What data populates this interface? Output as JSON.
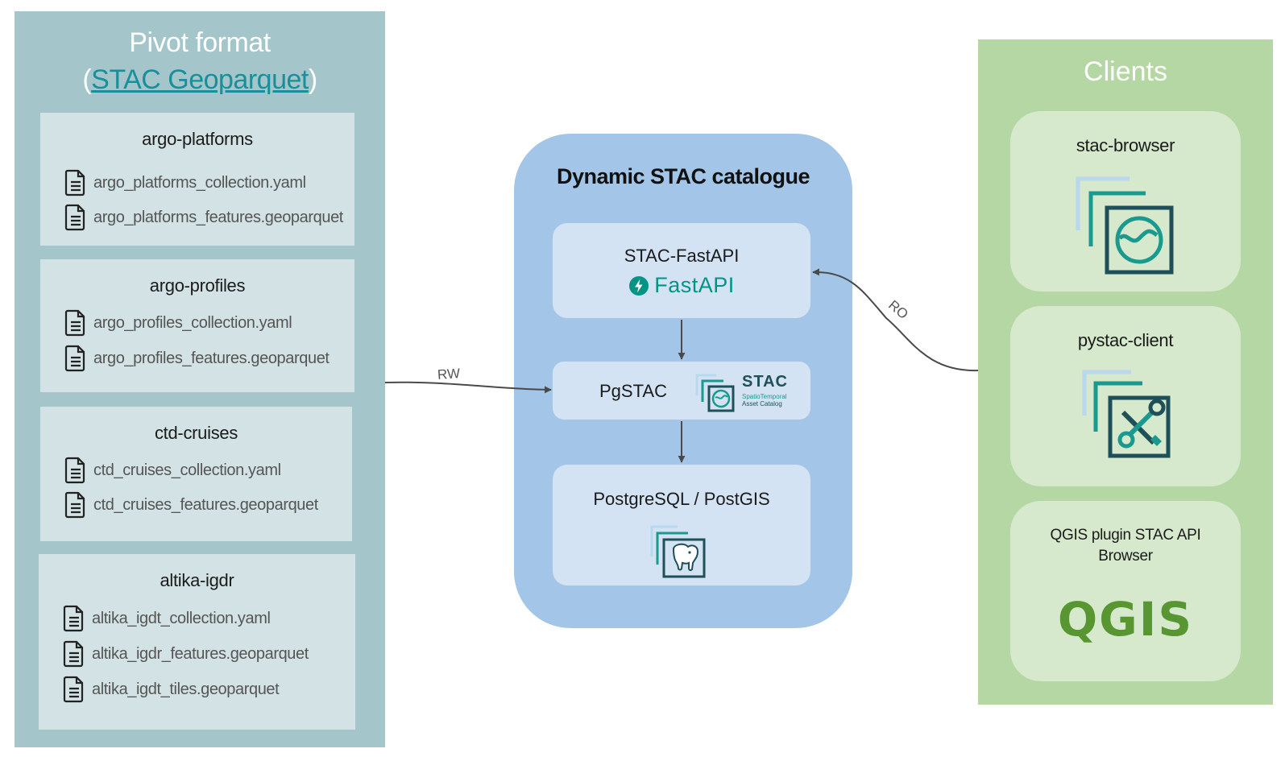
{
  "pivot": {
    "title_line1": "Pivot format",
    "title_open": "(",
    "title_link": "STAC Geoparquet",
    "title_close": ")",
    "groups": [
      {
        "name": "argo-platforms",
        "files": [
          "argo_platforms_collection.yaml",
          "argo_platforms_features.geoparquet"
        ]
      },
      {
        "name": "argo-profiles",
        "files": [
          "argo_profiles_collection.yaml",
          "argo_profiles_features.geoparquet"
        ]
      },
      {
        "name": "ctd-cruises",
        "files": [
          "ctd_cruises_collection.yaml",
          "ctd_cruises_features.geoparquet"
        ]
      },
      {
        "name": "altika-igdr",
        "files": [
          "altika_igdt_collection.yaml",
          "altika_igdr_features.geoparquet",
          "altika_igdt_tiles.geoparquet"
        ]
      }
    ]
  },
  "catalogue": {
    "title": "Dynamic STAC catalogue",
    "fastapi_label": "STAC-FastAPI",
    "fastapi_logo_text": "FastAPI",
    "pgstac_label": "PgSTAC",
    "stac_logo_text": "STAC",
    "stac_logo_sub1": "SpatioTemporal",
    "stac_logo_sub2": "Asset Catalog",
    "postgres_label": "PostgreSQL / PostGIS"
  },
  "clients": {
    "title": "Clients",
    "items": [
      {
        "label": "stac-browser",
        "icon": "globe-icon"
      },
      {
        "label": "pystac-client",
        "icon": "tools-icon"
      },
      {
        "label_line1": "QGIS plugin STAC API",
        "label_line2": "Browser",
        "logo_text": "QGIS"
      }
    ]
  },
  "edges": {
    "rw": "RW",
    "ro": "RO"
  },
  "colors": {
    "pivot_bg": "#a4c5c9",
    "group_bg": "#d3e2e4",
    "catalogue_bg": "#a2c5e8",
    "box_bg": "#d3e3f4",
    "clients_bg": "#b5d7a3",
    "client_box_bg": "#d6e9cc",
    "teal": "#1a9a8f",
    "dark_teal": "#1f4f58",
    "fastapi": "#009485",
    "qgis": "#589632"
  }
}
